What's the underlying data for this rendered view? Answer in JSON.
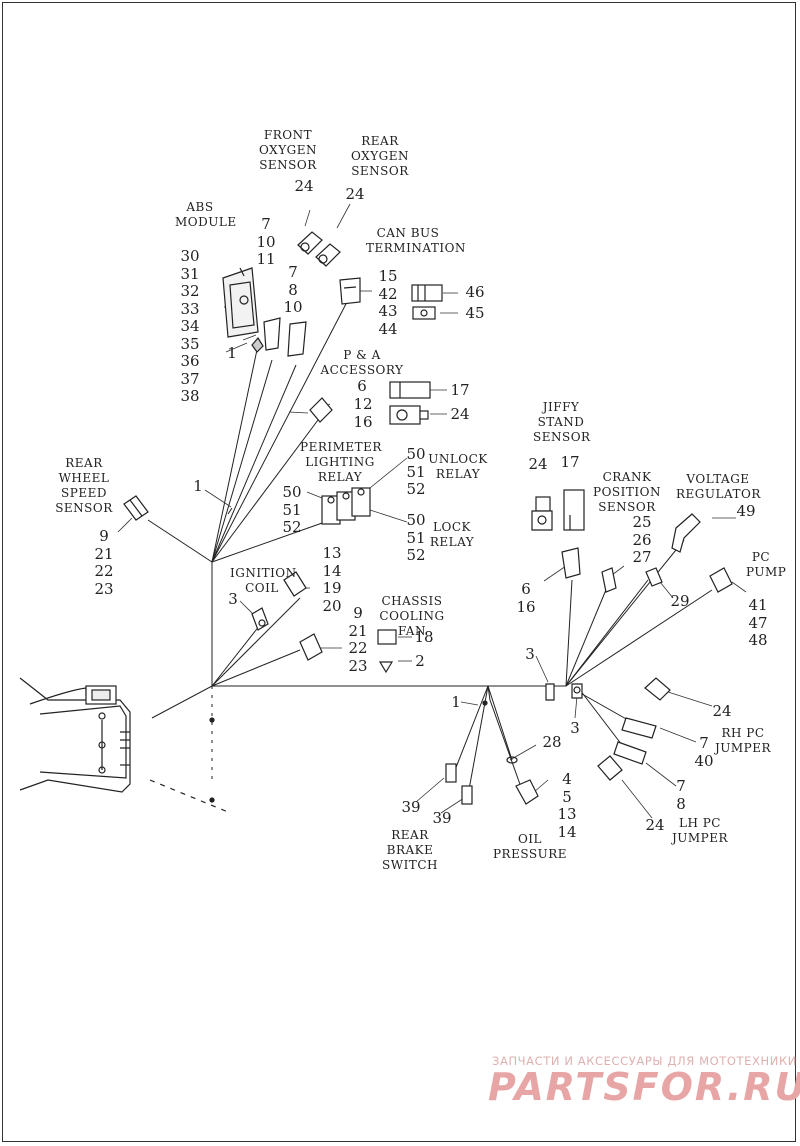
{
  "components": {
    "front_oxygen_sensor": "FRONT OXYGEN SENSOR",
    "rear_oxygen_sensor": "REAR OXYGEN SENSOR",
    "abs_module": "ABS MODULE",
    "can_bus_termination": "CAN BUS TERMINATION",
    "pa_accessory": "P & A ACCESSORY",
    "perimeter_lighting_relay": "PERIMETER LIGHTING RELAY",
    "unlock_relay": "UNLOCK RELAY",
    "lock_relay": "LOCK RELAY",
    "rear_wheel_speed_sensor": "REAR WHEEL SPEED SENSOR",
    "ignition_coil": "IGNITION COIL",
    "chassis_cooling_fan": "CHASSIS COOLING FAN",
    "jiffy_stand_sensor": "JIFFY STAND SENSOR",
    "crank_position_sensor": "CRANK POSITION SENSOR",
    "voltage_regulator": "VOLTAGE REGULATOR",
    "pc_pump": "PC PUMP",
    "rh_pc_jumper": "RH PC JUMPER",
    "lh_pc_jumper": "LH PC JUMPER",
    "rear_brake_switch": "REAR BRAKE SWITCH",
    "oil_pressure": "OIL PRESSURE"
  },
  "callouts": {
    "front_o2": "24",
    "rear_o2": "24",
    "abs_group": [
      "30",
      "31",
      "32",
      "33",
      "34",
      "35",
      "36",
      "37",
      "38"
    ],
    "abs_connector_a": [
      "7",
      "10",
      "11"
    ],
    "abs_connector_b": [
      "7",
      "8",
      "10"
    ],
    "abs_ground": "1",
    "can_bus": [
      "15",
      "42",
      "43",
      "44"
    ],
    "can_46": "46",
    "can_45": "45",
    "pa_a": [
      "6"
    ],
    "pa_17": "17",
    "pa_24": "24",
    "pa_12_16": [
      "12",
      "16"
    ],
    "harness_clip_1": "1",
    "unlock_relay_nums": [
      "50",
      "51",
      "52"
    ],
    "perimeter_relay_nums": [
      "50",
      "51",
      "52"
    ],
    "lock_relay_nums": [
      "50",
      "51",
      "52"
    ],
    "rwss_nums": [
      "9",
      "21",
      "22",
      "23"
    ],
    "ignition_nums": [
      "13",
      "14",
      "19",
      "20"
    ],
    "ignition_3": "3",
    "fan_nums": [
      "9",
      "21",
      "22",
      "23"
    ],
    "fan_18": "18",
    "fan_2": "2",
    "jiffy_24": "24",
    "jiffy_17": "17",
    "jiffy_6_16": [
      "6",
      "16"
    ],
    "crank_nums": [
      "25",
      "26",
      "27"
    ],
    "crank_29": "29",
    "vreg_49": "49",
    "pc_pump_nums": [
      "41",
      "47",
      "48"
    ],
    "ground_3_top": "3",
    "ground_3_bottom": "3",
    "clip_1_center": "1",
    "oil_28": "28",
    "oil_nums": [
      "4",
      "5",
      "13",
      "14"
    ],
    "brake_39_a": "39",
    "brake_39_b": "39",
    "rh_24": "24",
    "rh_7_40": [
      "7",
      "40"
    ],
    "lh_7_8": [
      "7",
      "8"
    ],
    "lh_24": "24"
  },
  "watermark": {
    "line1": "ЗАПЧАСТИ И АКСЕССУАРЫ ДЛЯ МОТОТЕХНИКИ",
    "line2": "PARTSFOR.RU"
  }
}
